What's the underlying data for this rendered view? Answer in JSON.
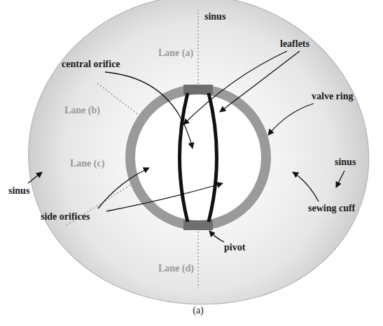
{
  "diagram": {
    "caption": "(a)",
    "labels": [
      "sinus",
      "central orifice",
      "leaflets",
      "Lane (a)",
      "valve ring",
      "Lane (b)",
      "Lane (c)",
      "sinus",
      "side orifices",
      "sewing cuff",
      "sinus",
      "Lane (d)",
      "pivot"
    ]
  }
}
